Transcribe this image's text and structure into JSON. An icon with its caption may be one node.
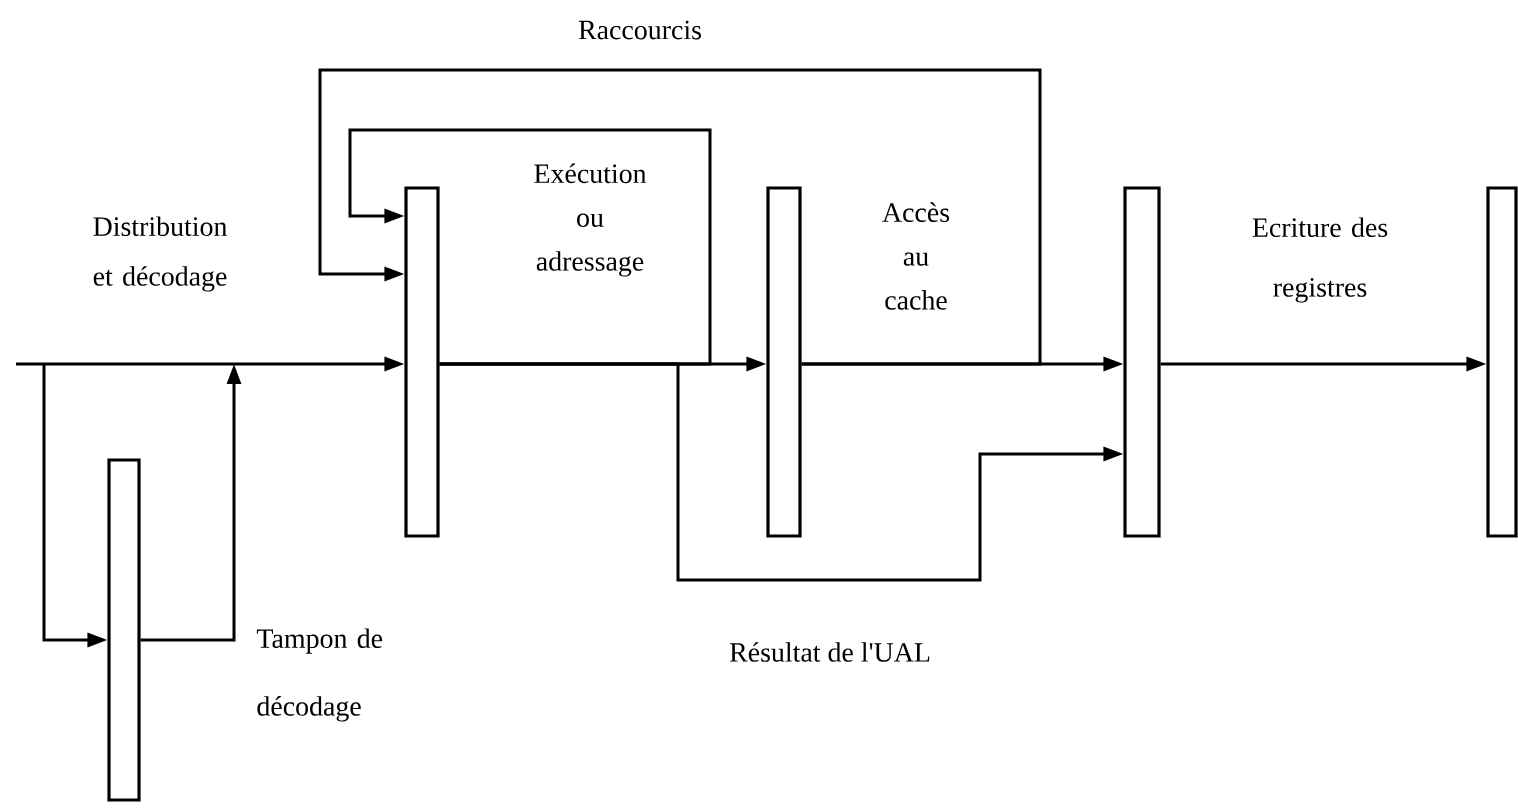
{
  "diagram": {
    "nodes": [
      {
        "text": [],
        "shape": "bar"
      },
      {
        "text": [],
        "shape": "bar"
      },
      {
        "text": [],
        "shape": "bar"
      },
      {
        "text": [],
        "shape": "bar"
      },
      {
        "text": [],
        "shape": "bar"
      }
    ],
    "edges": [
      {
        "from": null,
        "to": 1,
        "arrow": "to"
      },
      {
        "from": null,
        "to": 0,
        "arrow": "to"
      },
      {
        "from": 0,
        "to": null,
        "arrow": "to"
      },
      {
        "from": 1,
        "to": 2,
        "arrow": "to"
      },
      {
        "from": 2,
        "to": 3,
        "arrow": "to"
      },
      {
        "from": 3,
        "to": 4,
        "arrow": "to"
      },
      {
        "from": 1,
        "to": 1,
        "arrow": "to"
      },
      {
        "from": 2,
        "to": 1,
        "arrow": "to",
        "label": "Raccourcis"
      },
      {
        "from": 1,
        "to": 3,
        "arrow": "to",
        "label": "Résultat de l'UAL"
      }
    ],
    "labels": [
      "Distribution et décodage",
      "Exécution ou adressage",
      "Accès au cache",
      "Ecriture des registres",
      "Tampon de décodage"
    ]
  }
}
